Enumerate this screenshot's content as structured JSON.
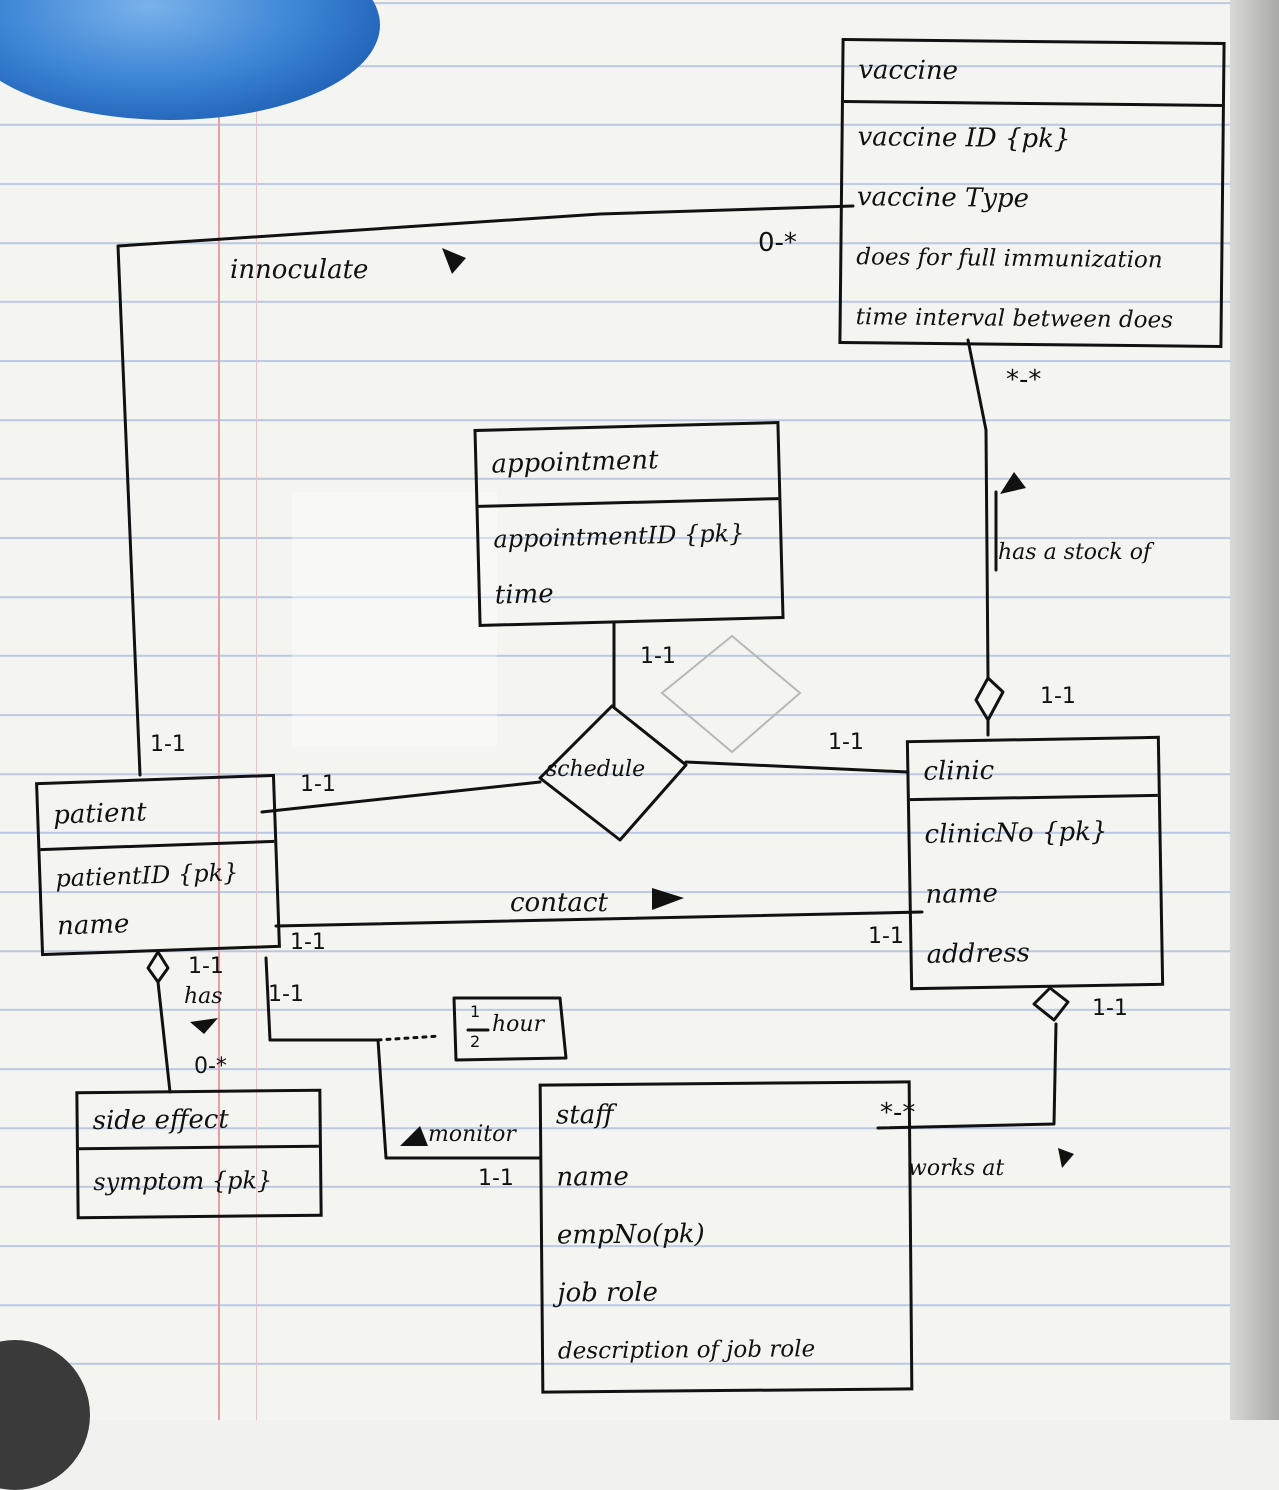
{
  "entities": {
    "vaccine": {
      "name": "vaccine",
      "attributes": [
        "vaccine ID {pk}",
        "vaccine Type",
        "does for full immunization",
        "time interval between does"
      ]
    },
    "appointment": {
      "name": "appointment",
      "attributes": [
        "appointmentID {pk}",
        "time"
      ]
    },
    "patient": {
      "name": "patient",
      "attributes": [
        "patientID {pk}",
        "name"
      ]
    },
    "clinic": {
      "name": "clinic",
      "attributes": [
        "clinicNo {pk}",
        "name",
        "address"
      ]
    },
    "side_effect": {
      "name": "side effect",
      "attributes": [
        "symptom {pk}"
      ]
    },
    "staff": {
      "name": "staff",
      "attributes": [
        "name",
        "empNo(pk)",
        "job role",
        "description of job role"
      ]
    }
  },
  "relationships": {
    "inoculate": {
      "label": "innoculate",
      "vaccine_mult": "0-*",
      "patient_mult": "1-1"
    },
    "has_stock": {
      "label": "has a stock of",
      "vaccine_mult": "*-*",
      "clinic_mult": "1-1"
    },
    "schedule": {
      "label": "schedule",
      "appointment_mult": "1-1",
      "patient_mult": "1-1",
      "clinic_mult": "1-1"
    },
    "contact": {
      "label": "contact",
      "patient_mult": "1-1",
      "clinic_mult": "1-1"
    },
    "has": {
      "label": "has",
      "patient_mult": "1-1",
      "side_effect_mult": "0-*"
    },
    "monitor": {
      "label": "monitor",
      "patient_mult": "1-1",
      "staff_mult": "1-1",
      "note": "½ hour",
      "note_fraction": "1/2",
      "note_unit": "hour"
    },
    "works_at": {
      "label": "works at",
      "staff_mult": "*-*",
      "clinic_mult": "1-1"
    }
  },
  "colors": {
    "ink": "#111111",
    "paper": "#f4f4f1",
    "rule": "#b9c9e3",
    "margin": "#e3a0a0",
    "tape": "#3e86d6"
  }
}
